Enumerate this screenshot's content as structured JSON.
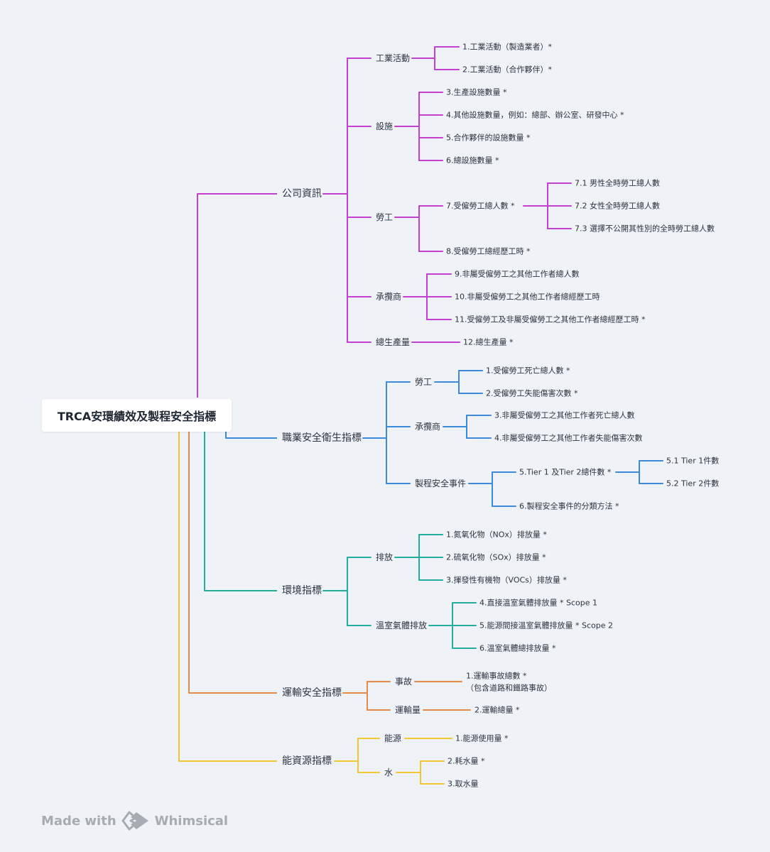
{
  "root": "TRCA安環績效及製程安全指標",
  "colors": {
    "company": "#c23fd0",
    "safety": "#3c8ad8",
    "environment": "#23ad9d",
    "transport": "#e68a4a",
    "energy": "#f2c534"
  },
  "branches": [
    {
      "id": "company",
      "label": "公司資訊",
      "children": [
        {
          "label": "工業活動",
          "children": [
            {
              "label": "1.工業活動（製造業者）*"
            },
            {
              "label": "2.工業活動（合作夥伴）*"
            }
          ]
        },
        {
          "label": "設施",
          "children": [
            {
              "label": "3.生產設施數量 *"
            },
            {
              "label": "4.其他設施數量，例如：總部、辦公室、研發中心 *"
            },
            {
              "label": "5.合作夥伴的設施數量 *"
            },
            {
              "label": "6.總設施數量 *"
            }
          ]
        },
        {
          "label": "勞工",
          "children": [
            {
              "label": "7.受僱勞工總人數 *",
              "children": [
                {
                  "label": "7.1 男性全時勞工總人數"
                },
                {
                  "label": "7.2 女性全時勞工總人數"
                },
                {
                  "label": "7.3 選擇不公開其性別的全時勞工總人數"
                }
              ]
            },
            {
              "label": "8.受僱勞工總經歷工時 *"
            }
          ]
        },
        {
          "label": "承攬商",
          "children": [
            {
              "label": "9.非屬受僱勞工之其他工作者總人數"
            },
            {
              "label": "10.非屬受僱勞工之其他工作者總經歷工時"
            },
            {
              "label": "11.受僱勞工及非屬受僱勞工之其他工作者總經歷工時 *"
            }
          ]
        },
        {
          "label": "總生產量",
          "children": [
            {
              "label": "12.總生產量 *"
            }
          ]
        }
      ]
    },
    {
      "id": "safety",
      "label": "職業安全衛生指標",
      "children": [
        {
          "label": "勞工",
          "children": [
            {
              "label": "1.受僱勞工死亡總人數 *"
            },
            {
              "label": "2.受僱勞工失能傷害次數 *"
            }
          ]
        },
        {
          "label": "承攬商",
          "children": [
            {
              "label": "3.非屬受僱勞工之其他工作者死亡總人數"
            },
            {
              "label": "4.非屬受僱勞工之其他工作者失能傷害次數"
            }
          ]
        },
        {
          "label": "製程安全事件",
          "children": [
            {
              "label": "5.Tier 1 及Tier 2總件數 *",
              "children": [
                {
                  "label": "5.1 Tier 1件數"
                },
                {
                  "label": "5.2 Tier 2件數"
                }
              ]
            },
            {
              "label": "6.製程安全事件的分類方法 *"
            }
          ]
        }
      ]
    },
    {
      "id": "environment",
      "label": "環境指標",
      "children": [
        {
          "label": "排放",
          "children": [
            {
              "label": "1.氮氧化物（NOx）排放量 *"
            },
            {
              "label": "2.硫氧化物（SOx）排放量 *"
            },
            {
              "label": "3.揮發性有機物（VOCs）排放量 *"
            }
          ]
        },
        {
          "label": "溫室氣體排放",
          "children": [
            {
              "label": "4.直接溫室氣體排放量 * Scope 1"
            },
            {
              "label": "5.能源間接溫室氣體排放量 * Scope 2"
            },
            {
              "label": "6.溫室氣體總排放量 *"
            }
          ]
        }
      ]
    },
    {
      "id": "transport",
      "label": "運輸安全指標",
      "children": [
        {
          "label": "事故",
          "children": [
            {
              "label": "1.運輸事故總數 *",
              "label2": "（包含道路和鐵路事故）"
            }
          ]
        },
        {
          "label": "運輸量",
          "children": [
            {
              "label": "2.運輸總量 *"
            }
          ]
        }
      ]
    },
    {
      "id": "energy",
      "label": "能資源指標",
      "children": [
        {
          "label": "能源",
          "children": [
            {
              "label": "1.能源使用量 *"
            }
          ]
        },
        {
          "label": "水",
          "children": [
            {
              "label": "2.耗水量 *"
            },
            {
              "label": "3.取水量"
            }
          ]
        }
      ]
    }
  ],
  "footer": {
    "made_with": "Made with",
    "brand": "Whimsical"
  }
}
